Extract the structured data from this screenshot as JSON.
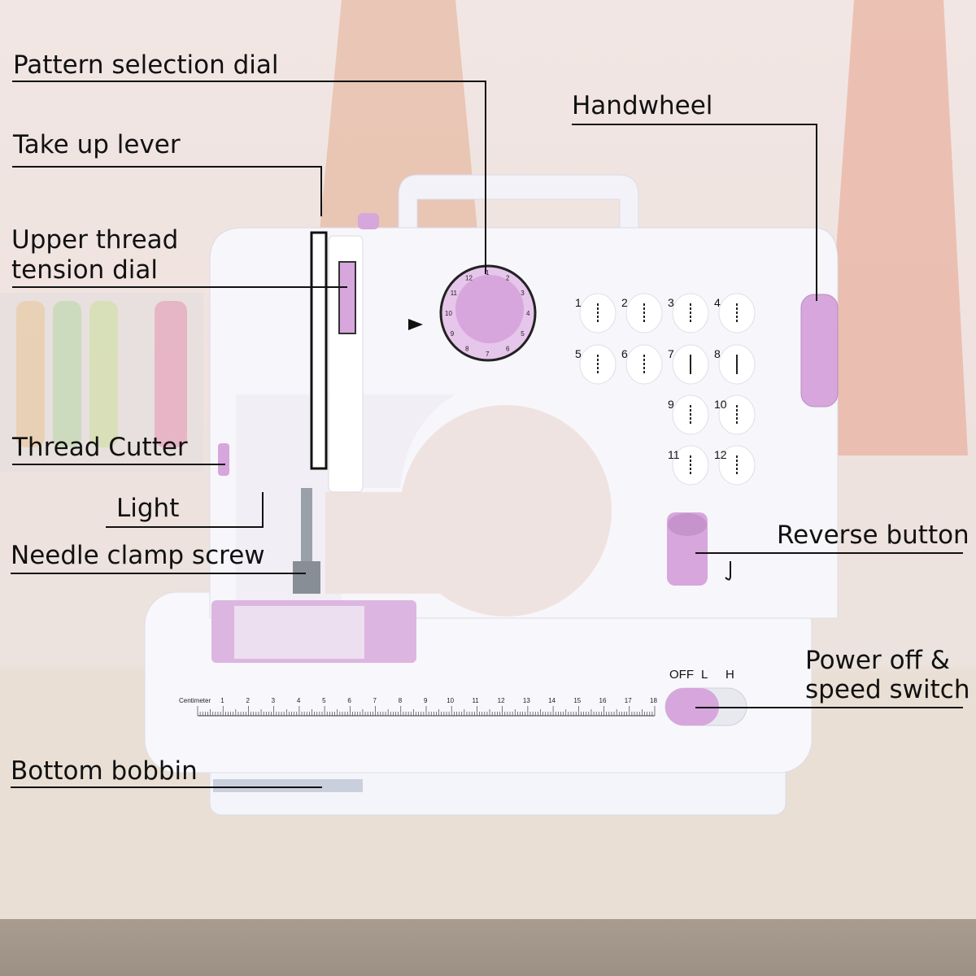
{
  "labels": {
    "pattern_dial": "Pattern selection dial",
    "take_up_lever": "Take up lever",
    "tension_line1": "Upper thread",
    "tension_line2": "tension dial",
    "handwheel": "Handwheel",
    "thread_cutter": "Thread Cutter",
    "light": "Light",
    "needle_clamp": "Needle clamp screw",
    "reverse": "Reverse button",
    "power_line1": "Power off &",
    "power_line2": "speed switch",
    "bobbin": "Bottom bobbin"
  },
  "machine": {
    "stitch_numbers": [
      "1",
      "2",
      "3",
      "4",
      "5",
      "6",
      "7",
      "8",
      "9",
      "10",
      "11",
      "12"
    ],
    "switch_labels": [
      "OFF",
      "L",
      "H"
    ],
    "ruler_label": "Centimeter",
    "ruler_numbers": [
      "1",
      "2",
      "3",
      "4",
      "5",
      "6",
      "7",
      "8",
      "9",
      "10",
      "11",
      "12",
      "13",
      "14",
      "15",
      "16",
      "17",
      "18"
    ],
    "dial_numbers": [
      "1",
      "2",
      "3",
      "4",
      "5",
      "6",
      "7",
      "8",
      "9",
      "10",
      "11",
      "12"
    ],
    "colors": {
      "accent": "#d7a6dc",
      "body": "#f7f6fb",
      "outline": "#111111"
    }
  }
}
